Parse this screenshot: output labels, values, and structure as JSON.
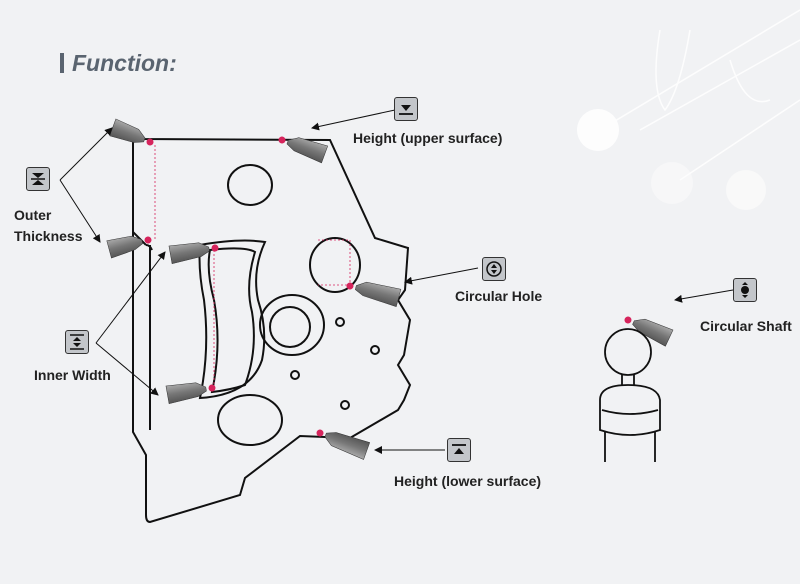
{
  "title": "Function:",
  "labels": {
    "outer_thickness_1": "Outer",
    "outer_thickness_2": "Thickness",
    "inner_width": "Inner Width",
    "height_upper": "Height (upper surface)",
    "circular_hole": "Circular Hole",
    "height_lower": "Height (lower surface)",
    "circular_shaft": "Circular Shaft"
  },
  "icons": [
    "outer-thickness-icon",
    "inner-width-icon",
    "height-upper-icon",
    "circular-hole-icon",
    "height-lower-icon",
    "circular-shaft-icon"
  ],
  "colors": {
    "background": "#f1f2f4",
    "title": "#5a6470",
    "probe_tip": "#d6245c",
    "icon_bg": "#c3c6ca"
  }
}
